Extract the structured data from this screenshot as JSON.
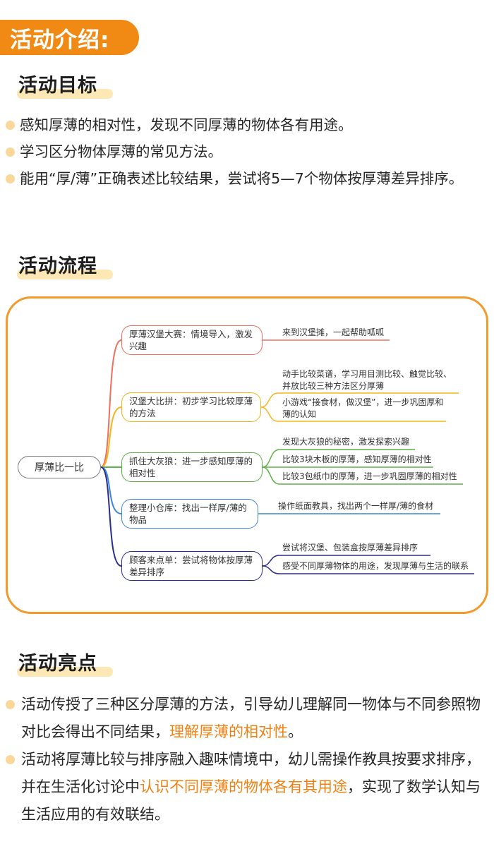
{
  "intro": {
    "label": "活动介绍:"
  },
  "goals": {
    "title": "活动目标",
    "items": [
      "感知厚薄的相对性，发现不同厚薄的物体各有用途。",
      "学习区分物体厚薄的常见方法。",
      "能用“厚/薄”正确表述比较结果，尝试将5—7个物体按厚薄差异排序。"
    ]
  },
  "process": {
    "title": "活动流程",
    "root": "厚薄比一比",
    "branches": [
      {
        "label": "厚薄汉堡大赛：情境导入，激发兴趣",
        "color": "#ef6f5f",
        "leaves": [
          "来到汉堡摊，一起帮助呱呱"
        ]
      },
      {
        "label": "汉堡大比拼：初步学习比较厚薄的方法",
        "color": "#f3b51b",
        "leaves": [
          "动手比较菜谱，学习用目测比较、触觉比较、并放比较三种方法区分厚薄",
          "小游戏“接食材，做汉堡”，进一步巩固厚和薄的认知"
        ]
      },
      {
        "label": "抓住大灰狼：进一步感知厚薄的相对性",
        "color": "#5cb245",
        "leaves": [
          "发现大灰狼的秘密，激发探索兴趣",
          "比较3块木板的厚薄，感知厚薄的相对性",
          "比较3包纸巾的厚薄，进一步巩固厚薄的相对性"
        ]
      },
      {
        "label": "整理小仓库：找出一样厚/薄的物品",
        "color": "#3f86d6",
        "leaves": [
          "操作纸面教具，找出两个一样厚/薄的食材"
        ]
      },
      {
        "label": "顾客来点单：尝试将物体按厚薄差异排序",
        "color": "#2b2f8a",
        "leaves": [
          "尝试将汉堡、包装盒按厚薄差异排序",
          "感受不同厚薄物体的用途，发现厚薄与生活的联系"
        ]
      }
    ]
  },
  "highlights": {
    "title": "活动亮点",
    "items": [
      {
        "pre": "活动传授了三种区分厚薄的方法，引导幼儿理解同一物体与不同参照物对比会得出不同结果，",
        "em": "理解厚薄的相对性",
        "post": "。"
      },
      {
        "pre": "活动将厚薄比较与排序融入趣味情境中，幼儿需操作教具按要求排序，并在生活化讨论中",
        "em": "认识不同厚薄的物体各有其用途",
        "post": "，实现了数学认知与生活应用的有效联结。"
      }
    ]
  }
}
